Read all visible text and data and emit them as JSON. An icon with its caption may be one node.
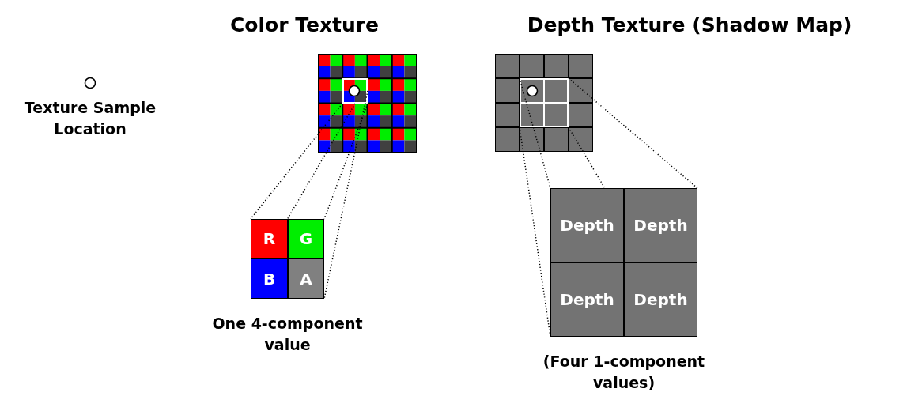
{
  "diagram": {
    "nodes": [
      {
        "text": [
          "Color Texture"
        ]
      },
      {
        "text": [],
        "shape": "box",
        "in": 0
      },
      {
        "text": [],
        "shape": "box",
        "beside": [
          "One 4-component value"
        ]
      },
      {
        "text": [
          "R"
        ],
        "in": 2
      },
      {
        "text": [
          "G"
        ],
        "in": 2
      },
      {
        "text": [
          "B"
        ],
        "in": 2
      },
      {
        "text": [
          "A"
        ],
        "in": 2
      },
      {
        "text": [
          "Depth Texture (Shadow Map)"
        ]
      },
      {
        "text": [],
        "shape": "box",
        "in": 7
      },
      {
        "text": [],
        "shape": "box",
        "beside": [
          "(Four 1-component values)"
        ]
      },
      {
        "text": [
          "Depth"
        ],
        "in": 9
      },
      {
        "text": [
          "Depth"
        ],
        "in": 9
      },
      {
        "text": [
          "Depth"
        ],
        "in": 9
      },
      {
        "text": [
          "Depth"
        ],
        "in": 9
      }
    ],
    "edges": [
      {
        "from": 1,
        "to": 2,
        "arrow": "none",
        "style": "dashed"
      },
      {
        "from": 1,
        "to": 2,
        "arrow": "none",
        "style": "dashed"
      },
      {
        "from": 1,
        "to": 2,
        "arrow": "none",
        "style": "dashed"
      },
      {
        "from": 1,
        "to": 2,
        "arrow": "none",
        "style": "dashed"
      },
      {
        "from": 8,
        "to": 9,
        "arrow": "none",
        "style": "dashed"
      },
      {
        "from": 8,
        "to": 9,
        "arrow": "none",
        "style": "dashed"
      },
      {
        "from": 8,
        "to": 9,
        "arrow": "none",
        "style": "dashed"
      },
      {
        "from": 8,
        "to": 9,
        "arrow": "none",
        "style": "dashed"
      }
    ],
    "legend": [
      {
        "text": "Texture Sample Location"
      }
    ]
  }
}
